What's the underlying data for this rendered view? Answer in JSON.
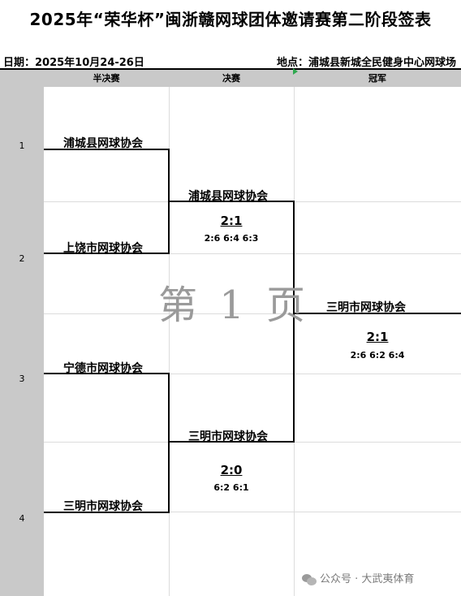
{
  "title": "2025年“荣华杯”闽浙赣网球团体邀请赛第二阶段签表",
  "meta": {
    "date_label": "日期：2025年10月24-26日",
    "venue_label": "地点：浦城县新城全民健身中心网球场"
  },
  "headers": {
    "semifinal": "半决赛",
    "final": "决赛",
    "champion": "冠军"
  },
  "seeds": [
    "1",
    "2",
    "3",
    "4"
  ],
  "semifinal_teams": [
    "浦城县网球协会",
    "上饶市网球协会",
    "宁德市网球协会",
    "三明市网球协会"
  ],
  "final_matches": [
    {
      "winner": "浦城县网球协会",
      "score": "2:1",
      "sets": "2:6 6:4 6:3"
    },
    {
      "winner": "三明市网球协会",
      "score": "2:0",
      "sets": "6:2 6:1"
    }
  ],
  "champion": {
    "winner": "三明市网球协会",
    "score": "2:1",
    "sets": "2:6 6:2 6:4"
  },
  "watermark": "第 1 页",
  "footer_watermark": "公众号 · 大武夷体育",
  "colors": {
    "gray": "#c9c9c9",
    "accent_triangle": "#2fa84f"
  }
}
